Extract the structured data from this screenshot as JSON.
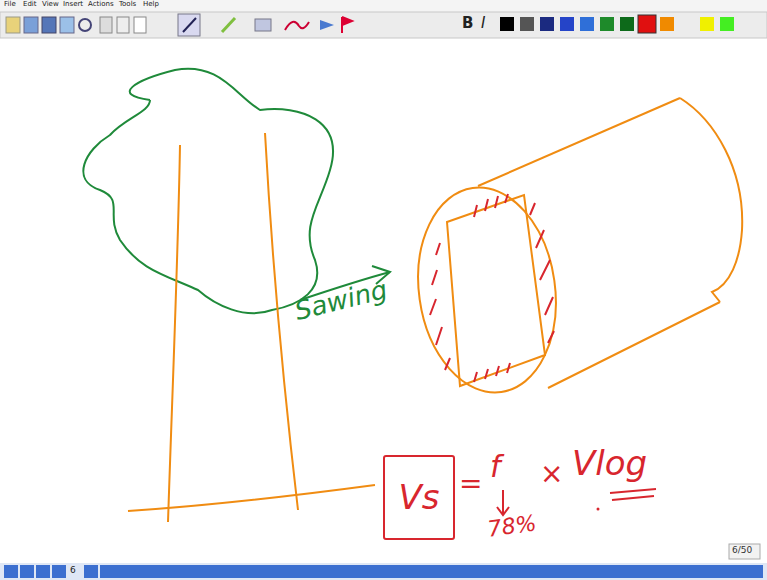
{
  "diagram": {
    "nodes": [
      {
        "text": [
          "Vs"
        ]
      }
    ],
    "labels": [
      "File",
      "Edit",
      "View",
      "Insert",
      "Actions",
      "Tools",
      "Help",
      "B",
      "I",
      "Sawing",
      "=",
      "f",
      "×",
      "Vlog",
      "78%",
      "6/50",
      "6"
    ]
  }
}
